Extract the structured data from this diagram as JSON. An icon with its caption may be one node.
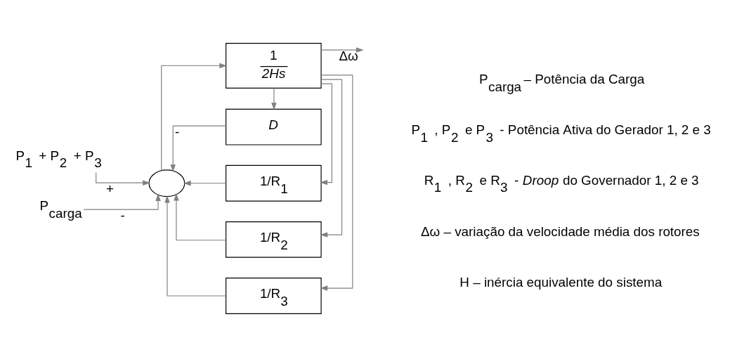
{
  "diagram": {
    "nodes": [
      {
        "text": [
          "P$_{1}$ + P$_{2}$ + P$_{3}$"
        ]
      },
      {
        "text": [
          "P$_{carga}$"
        ]
      },
      {
        "text": [],
        "shape": "circle"
      },
      {
        "text": [
          "1",
          "*2Hs*"
        ]
      },
      {
        "text": [
          "*D*"
        ]
      },
      {
        "text": [
          "1/R$_{1}$"
        ]
      },
      {
        "text": [
          "1/R$_{2}$"
        ]
      },
      {
        "text": [
          "1/R$_{3}$"
        ]
      }
    ],
    "edges": [
      {
        "from": 0,
        "to": 2,
        "arrow": "to",
        "label": "+"
      },
      {
        "from": 1,
        "to": 2,
        "arrow": "to",
        "label": "-"
      },
      {
        "from": 2,
        "to": 3,
        "arrow": "to"
      },
      {
        "from": 3,
        "to": null,
        "arrow": "to",
        "label": "Δω"
      },
      {
        "from": 3,
        "to": 4,
        "arrow": "to"
      },
      {
        "from": 3,
        "to": 5,
        "arrow": "to"
      },
      {
        "from": 3,
        "to": 6,
        "arrow": "to"
      },
      {
        "from": 3,
        "to": 7,
        "arrow": "to"
      },
      {
        "from": 4,
        "to": 2,
        "arrow": "to",
        "label": "-"
      },
      {
        "from": 5,
        "to": 2,
        "arrow": "to"
      },
      {
        "from": 6,
        "to": 2,
        "arrow": "to"
      },
      {
        "from": 7,
        "to": 2,
        "arrow": "to"
      }
    ],
    "labels": [
      "P$_{carga}$ – Potência da Carga",
      "P$_{1}$ , P$_{2}$ e P$_{3}$ - Potência Ativa do Gerador 1, 2 e 3",
      "R$_{1}$ , R$_{2}$ e R$_{3}$ - *Droop* do Governador 1, 2 e 3",
      "Δω – variação da velocidade média dos rotores",
      "H – inércia equivalente do sistema"
    ]
  }
}
